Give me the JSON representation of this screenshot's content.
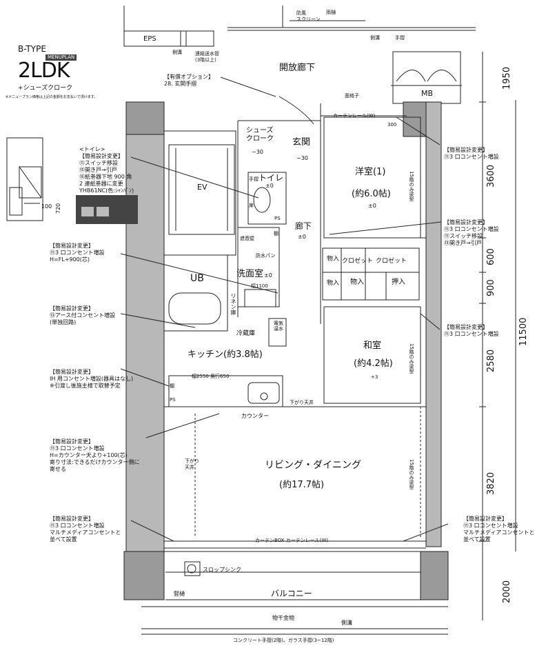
{
  "header": {
    "type_label": "B-TYPE",
    "menu_plan": "MENUPLAN",
    "layout": "2LDK",
    "subtitle": "+シューズクローク",
    "note": "※メニュープラン価格は上記の金額をお支払いで頂けます。"
  },
  "rooms": {
    "eps": "EPS",
    "open_corridor": "開放廊下",
    "mb": "MB",
    "ev": "EV",
    "shoes_cloak": "シューズ\nクローク",
    "genkan": "玄関",
    "toilet": "トイレ",
    "western": "洋室(1)",
    "western_size": "(約6.0帖)",
    "corridor": "廊下",
    "ub": "UB",
    "washroom": "洗面室",
    "kitchen": "キッチン(約3.8帖)",
    "fridge": "冷蔵庫",
    "washitsu": "和室",
    "washitsu_size": "(約4.2帖)",
    "living": "リビング・ダイニング",
    "living_size": "(約17.7帖)",
    "balcony": "バルコニー",
    "closet1": "クロゼット",
    "closet2": "クロゼット",
    "storage_in1": "物入",
    "storage_in2": "物入",
    "storage_in3": "物入",
    "oshiire": "押入",
    "counter": "カウンター",
    "slop_sink": "スロップシンク",
    "monohoshi": "物干金物",
    "ps1": "PS",
    "ps2": "PS",
    "shelf1": "棚",
    "shelf2": "棚"
  },
  "labels": {
    "bouhu_screen": "防風\nスクリーン",
    "amado": "雨樋",
    "sokko1": "側溝",
    "sokko2": "側溝",
    "sokko3": "側溝",
    "tesuri": "手摺",
    "renraku": "連結送水管\n(3階以上)",
    "curtain_rail_top": "カーテンレール(W)",
    "curtain_bottom": "カーテンBOX  カーテンレール(W)",
    "menkoshi": "面格子",
    "tate_doi": "竪樋",
    "concrete": "コンクリート手摺(2階)、ガラス手摺(3~12階)",
    "width_1100": "幅1100",
    "kitchen_size": "幅2550 奥行650",
    "sagari_tenjo1": "下がり天井",
    "sagari_tenjo2": "下がり\n天井",
    "bousui_pan": "防水パン",
    "shaon": "遮音壁",
    "tesuri_small": "手摺",
    "tobira": "扉",
    "linen": "リネン庫",
    "denki": "電気\n温水",
    "pm30a": "−30",
    "pm30b": "−30",
    "pm0_toilet": "±0",
    "pm0_western": "±0",
    "pm0_corridor": "±0",
    "pm0_wash": "±0",
    "plus3": "+3",
    "fudo": "15階のみ梁型"
  },
  "dimensions": {
    "d1950": "1950",
    "d3600": "3600",
    "d600": "600",
    "d900": "900",
    "d2580": "2580",
    "d3820": "3820",
    "d2000": "2000",
    "d11500": "11500",
    "d300": "300",
    "d720": "720",
    "d100": "100"
  },
  "notes": {
    "option_title": "【有償オプション】",
    "option_body": "28. 玄関手摺",
    "toilet_title": "<トイレ>",
    "toilet_sub": "【簡易設計変更】",
    "toilet_l1": "⑪スイッチ移設",
    "toilet_l2": "⑮開き戸→引戸",
    "toilet_l3": "⑯紙巻器下地 900 角",
    "toilet_l4": "2 連紙巻器に変更",
    "toilet_l5": "YHB61NC(色:ｼｬﾝﾊﾟﾝ)",
    "n1_title": "【簡易設計変更】",
    "n1_l1": "⑪3 口コンセント増設",
    "n1_l2": "H=FL+900(芯)",
    "n2_title": "【簡易設計変更】",
    "n2_l1": "⑬アース付コンセント増設",
    "n2_l2": "(単独回路)",
    "n3_title": "【簡易設計変更】",
    "n3_l1": "IH 用コンセント増設(器具はなし)",
    "n3_l2": "※引渡し後施主様で取替予定",
    "n4_title": "【簡易設計変更】",
    "n4_l1": "⑪3 口コンセント増設",
    "n4_l2": "H=カウンター天より+100(芯)",
    "n4_l3": "寄り寸法:できるだけカウンター側に",
    "n4_l4": "寄せる",
    "n5_title": "【簡易設計変更】",
    "n5_l1": "⑪3 口コンセント増設",
    "n5_l2": "マルチメディアコンセントと",
    "n5_l3": "並べて設置",
    "r1_title": "【簡易設計変更】",
    "r1_l1": "⑪3 口コンセント増設",
    "r2_title": "【簡易設計変更】",
    "r2_l1": "⑪3 口コンセント増設",
    "r2_l2": "⑪スイッチ移設",
    "r2_l3": "⑮開き戸→引戸",
    "r3_title": "【簡易設計変更】",
    "r3_l1": "⑪3 口コンセント増設",
    "r4_title": "【簡易設計変更】",
    "r4_l1": "⑪3 口コンセント増設",
    "r4_l2": "マルチメディアコンセントと",
    "r4_l3": "並べて設置"
  }
}
